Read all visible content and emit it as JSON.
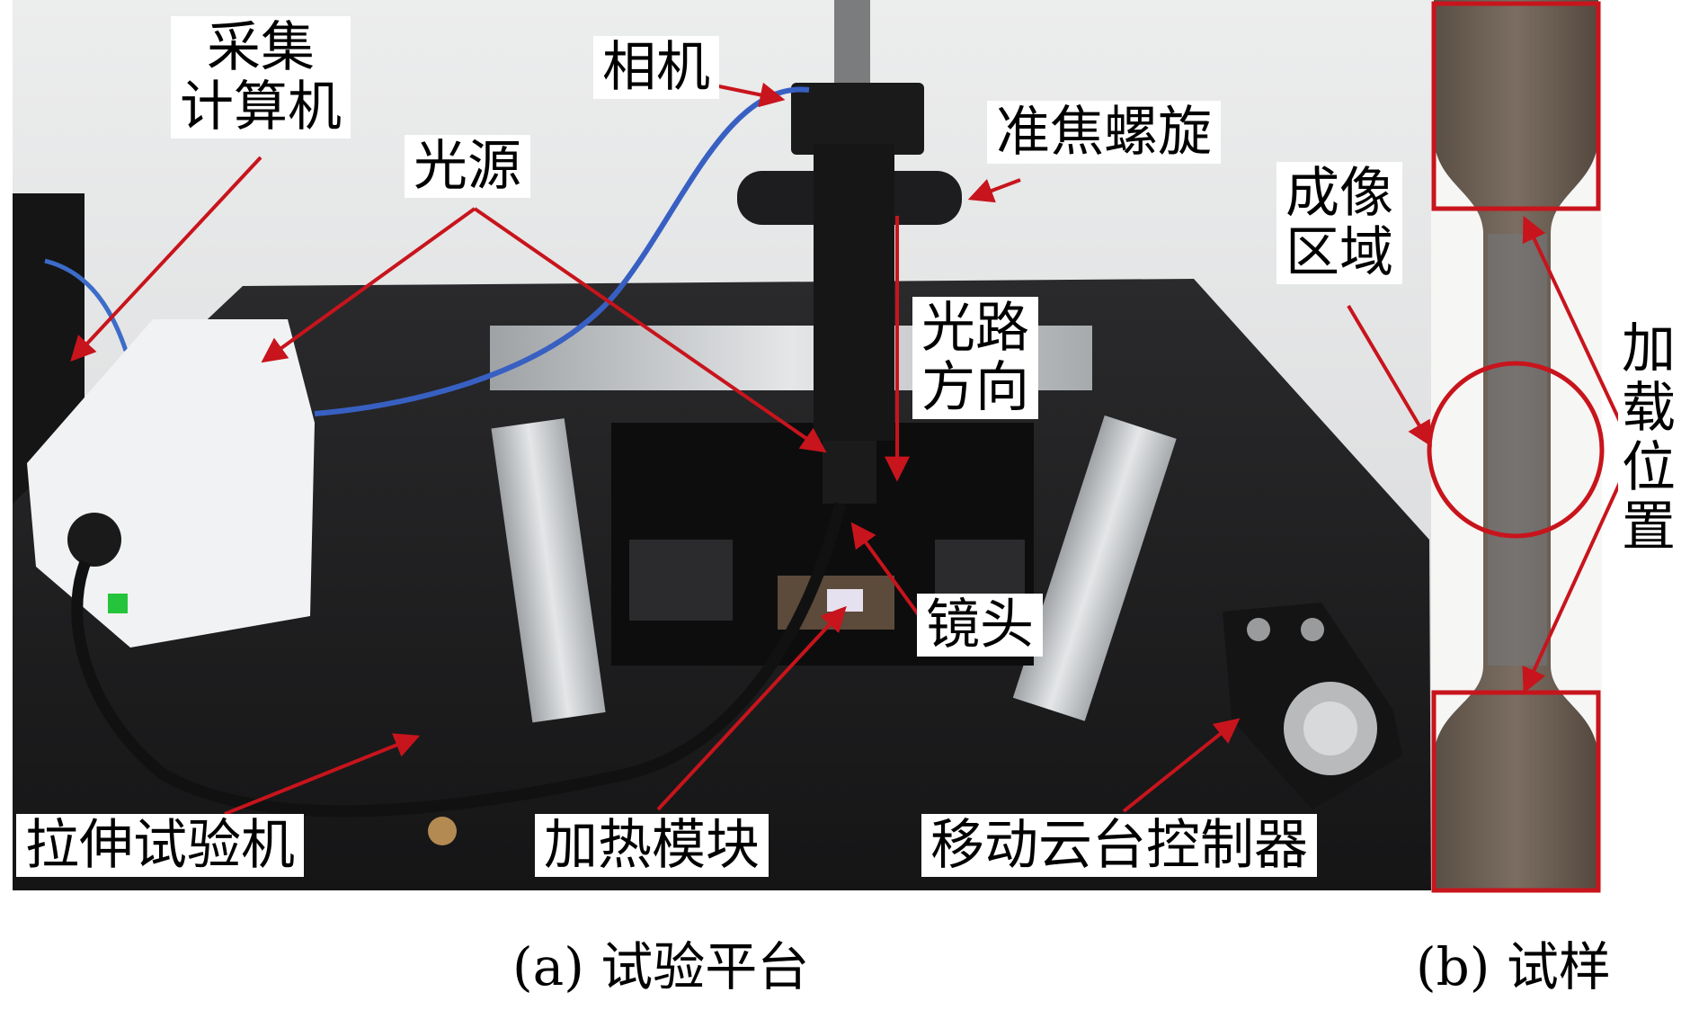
{
  "labels": {
    "collect_line1": "采集",
    "collect_line2": "计算机",
    "camera": "相机",
    "focus_screw": "准焦螺旋",
    "light_source": "光源",
    "imaging_line1": "成像",
    "imaging_line2": "区域",
    "optical_line1": "光路",
    "optical_line2": "方向",
    "lens": "镜头",
    "tensile_machine": "拉伸试验机",
    "heating_module": "加热模块",
    "stage_controller": "移动云台控制器",
    "loading_position": [
      "加",
      "载",
      "位",
      "置"
    ]
  },
  "captions": {
    "a": "(a) 试验平台",
    "b": "(b) 试样"
  },
  "colors": {
    "annotation": "#c8141c",
    "wall": "#e3e4e6",
    "table": "#1f1f21",
    "specimen": "#6a5d52"
  }
}
